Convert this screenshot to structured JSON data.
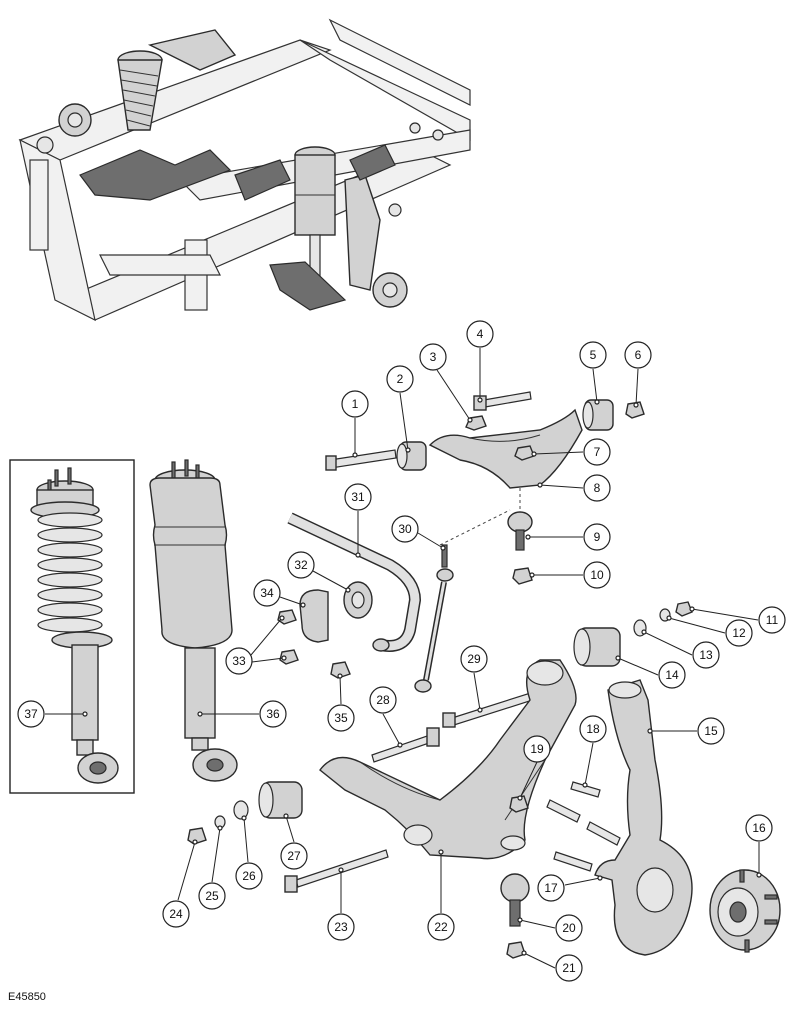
{
  "figure_id": "E45850",
  "callouts": [
    "1",
    "2",
    "3",
    "4",
    "5",
    "6",
    "7",
    "8",
    "9",
    "10",
    "11",
    "12",
    "13",
    "14",
    "15",
    "16",
    "17",
    "18",
    "19",
    "20",
    "21",
    "22",
    "23",
    "24",
    "25",
    "26",
    "27",
    "28",
    "29",
    "30",
    "31",
    "32",
    "33",
    "34",
    "35",
    "36",
    "37"
  ]
}
